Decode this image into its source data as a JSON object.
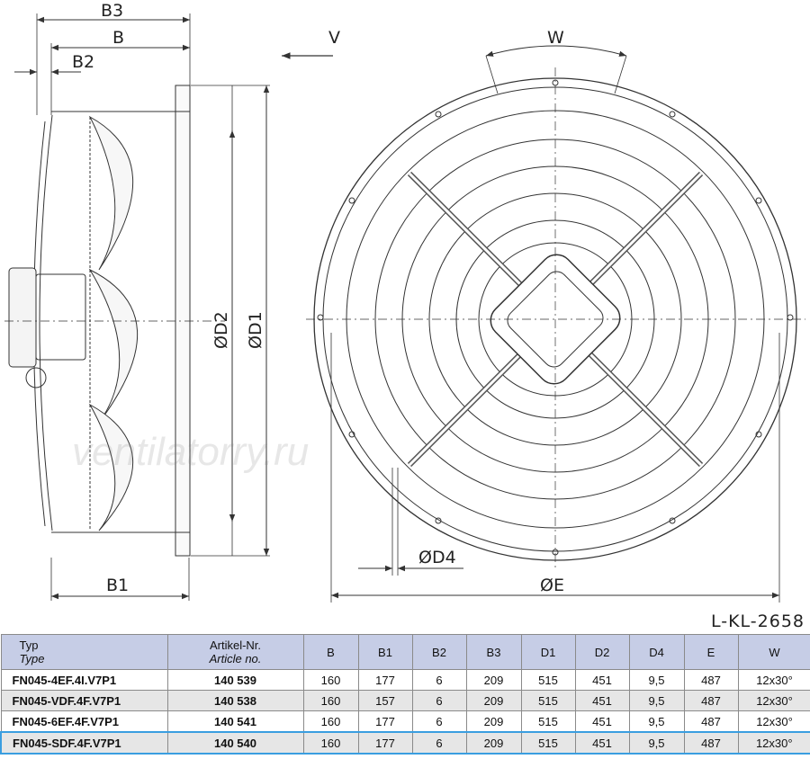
{
  "drawing": {
    "labels": {
      "b3": "B3",
      "b": "B",
      "b2": "B2",
      "b1": "B1",
      "v": "V",
      "w": "W",
      "d2": "ØD2",
      "d1": "ØD1",
      "d4": "ØD4",
      "e": "ØE"
    },
    "code": "L-KL-2658",
    "watermark": "ventilatorry.ru"
  },
  "table": {
    "headers": {
      "type": "Typ",
      "type_sub": "Type",
      "article": "Artikel-Nr.",
      "article_sub": "Article no.",
      "cols": [
        "B",
        "B1",
        "B2",
        "B3",
        "D1",
        "D2",
        "D4",
        "E",
        "W"
      ]
    },
    "rows": [
      {
        "type": "FN045-4EF.4I.V7P1",
        "article": "140 539",
        "values": [
          "160",
          "177",
          "6",
          "209",
          "515",
          "451",
          "9,5",
          "487",
          "12x30°"
        ]
      },
      {
        "type": "FN045-VDF.4F.V7P1",
        "article": "140 538",
        "values": [
          "160",
          "157",
          "6",
          "209",
          "515",
          "451",
          "9,5",
          "487",
          "12x30°"
        ]
      },
      {
        "type": "FN045-6EF.4F.V7P1",
        "article": "140 541",
        "values": [
          "160",
          "177",
          "6",
          "209",
          "515",
          "451",
          "9,5",
          "487",
          "12x30°"
        ]
      },
      {
        "type": "FN045-SDF.4F.V7P1",
        "article": "140 540",
        "values": [
          "160",
          "177",
          "6",
          "209",
          "515",
          "451",
          "9,5",
          "487",
          "12x30°"
        ]
      }
    ],
    "selected_row": 3
  },
  "colors": {
    "header_bg": "#c6cde6",
    "alt_row": "#e6e6e6",
    "selection": "#3a9ee0"
  }
}
